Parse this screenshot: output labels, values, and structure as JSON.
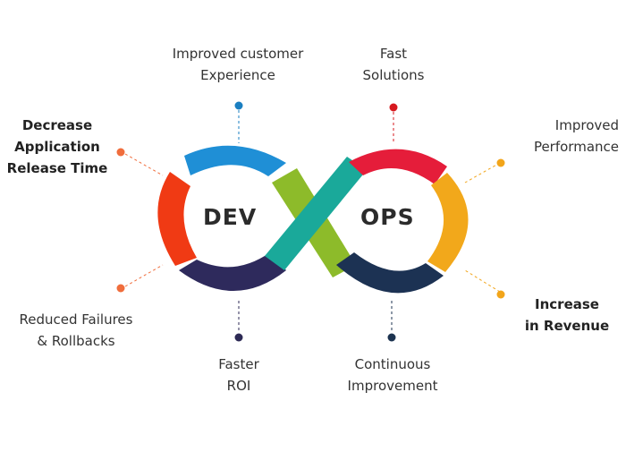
{
  "center": {
    "left": "DEV",
    "right": "OPS"
  },
  "benefits": [
    {
      "lines": [
        "Improved customer",
        "Experience"
      ],
      "dot_color": "#1a7fc1"
    },
    {
      "lines": [
        "Fast",
        "Solutions"
      ],
      "dot_color": "#d7191f"
    },
    {
      "lines": [
        "Decrease",
        "Application",
        "Release Time"
      ],
      "dot_color": "#f06d3c"
    },
    {
      "lines": [
        "Improved",
        "Performance"
      ],
      "dot_color": "#f2a51a"
    },
    {
      "lines": [
        "Reduced Failures",
        "& Rollbacks"
      ],
      "dot_color": "#f06d3c"
    },
    {
      "lines": [
        "Increase",
        "in Revenue"
      ],
      "dot_color": "#f2a51a"
    },
    {
      "lines": [
        "Faster",
        "ROI"
      ],
      "dot_color": "#2d2a55"
    },
    {
      "lines": [
        "Continuous",
        "Improvement"
      ],
      "dot_color": "#1c3350"
    }
  ],
  "colors": {
    "dev_top": "#1f8fd6",
    "dev_left": "#f03a14",
    "dev_bottom": "#2e2a5c",
    "ops_top": "#e51d3a",
    "ops_right": "#f2a81b",
    "ops_bottom": "#1c3253",
    "cross_green": "#8dbb2a",
    "cross_teal": "#1aa99a"
  }
}
